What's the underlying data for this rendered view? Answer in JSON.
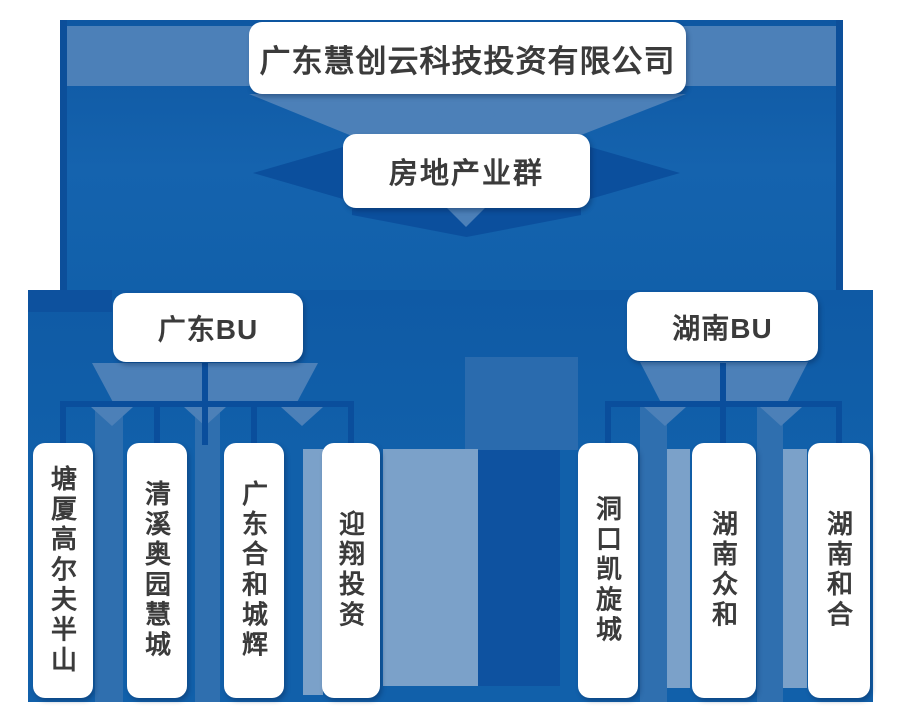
{
  "org": {
    "root_label": "广东慧创云科技投资有限公司",
    "group_label": "房地产业群",
    "business_units": [
      {
        "label": "广东BU",
        "children": [
          "塘厦高尔夫半山",
          "清溪奥园慧城",
          "广东合和城辉",
          "迎翔投资"
        ]
      },
      {
        "label": "湖南BU",
        "children": [
          "洞口凯旋城",
          "湖南众和",
          "湖南和合"
        ]
      }
    ],
    "colors": {
      "primary_blue": "#1160AA",
      "dark_line_blue": "#0A4E9C",
      "band_blue": "#4C80B8",
      "column_blue": "#2F6FAF",
      "light_blue": "#7BA1C9",
      "node_background": "#FFFFFF",
      "node_text": "#3B3B3B"
    }
  }
}
